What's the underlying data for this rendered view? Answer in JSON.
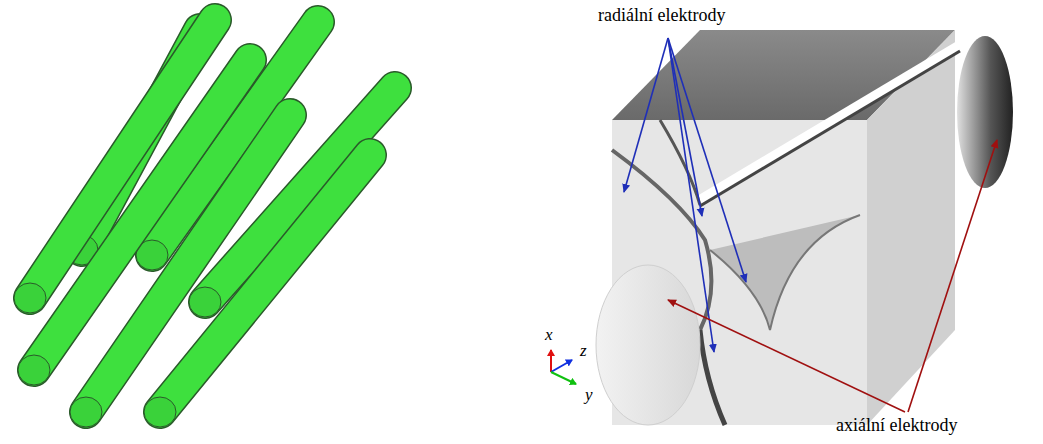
{
  "diagram": {
    "labels": [
      "radiální elektrody",
      "axiální elektrody",
      "x",
      "z",
      "y"
    ]
  }
}
